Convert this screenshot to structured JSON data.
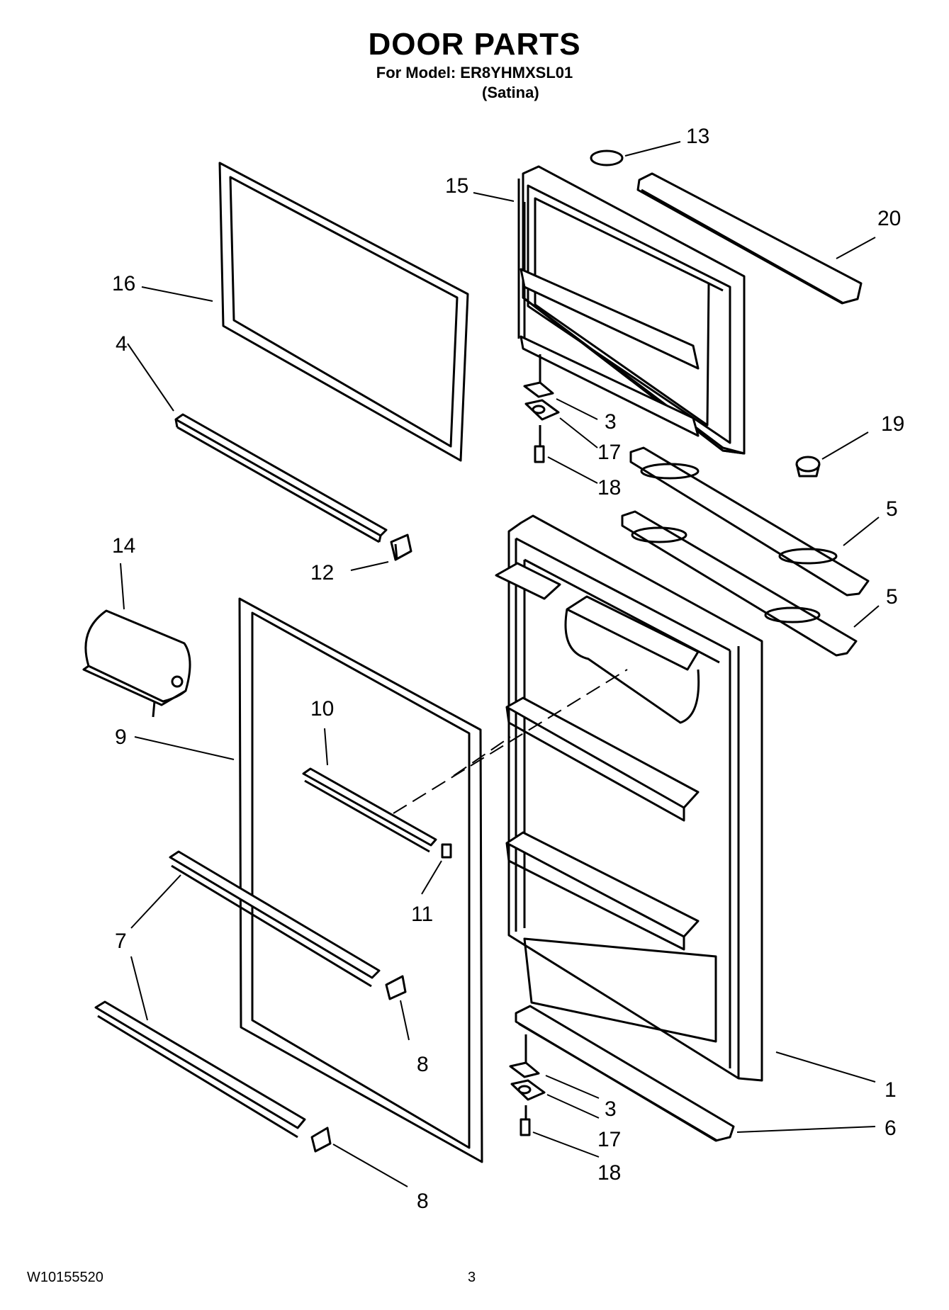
{
  "header": {
    "title": "DOOR PARTS",
    "model_line": "For Model: ER8YHMXSL01",
    "variant": "(Satina)"
  },
  "footer": {
    "doc_number": "W10155520",
    "page_number": "3"
  },
  "callouts": [
    "13",
    "15",
    "20",
    "16",
    "4",
    "3",
    "17",
    "18",
    "19",
    "14",
    "5",
    "5",
    "12",
    "10",
    "9",
    "11",
    "7",
    "8",
    "1",
    "3",
    "17",
    "6",
    "18",
    "8"
  ]
}
